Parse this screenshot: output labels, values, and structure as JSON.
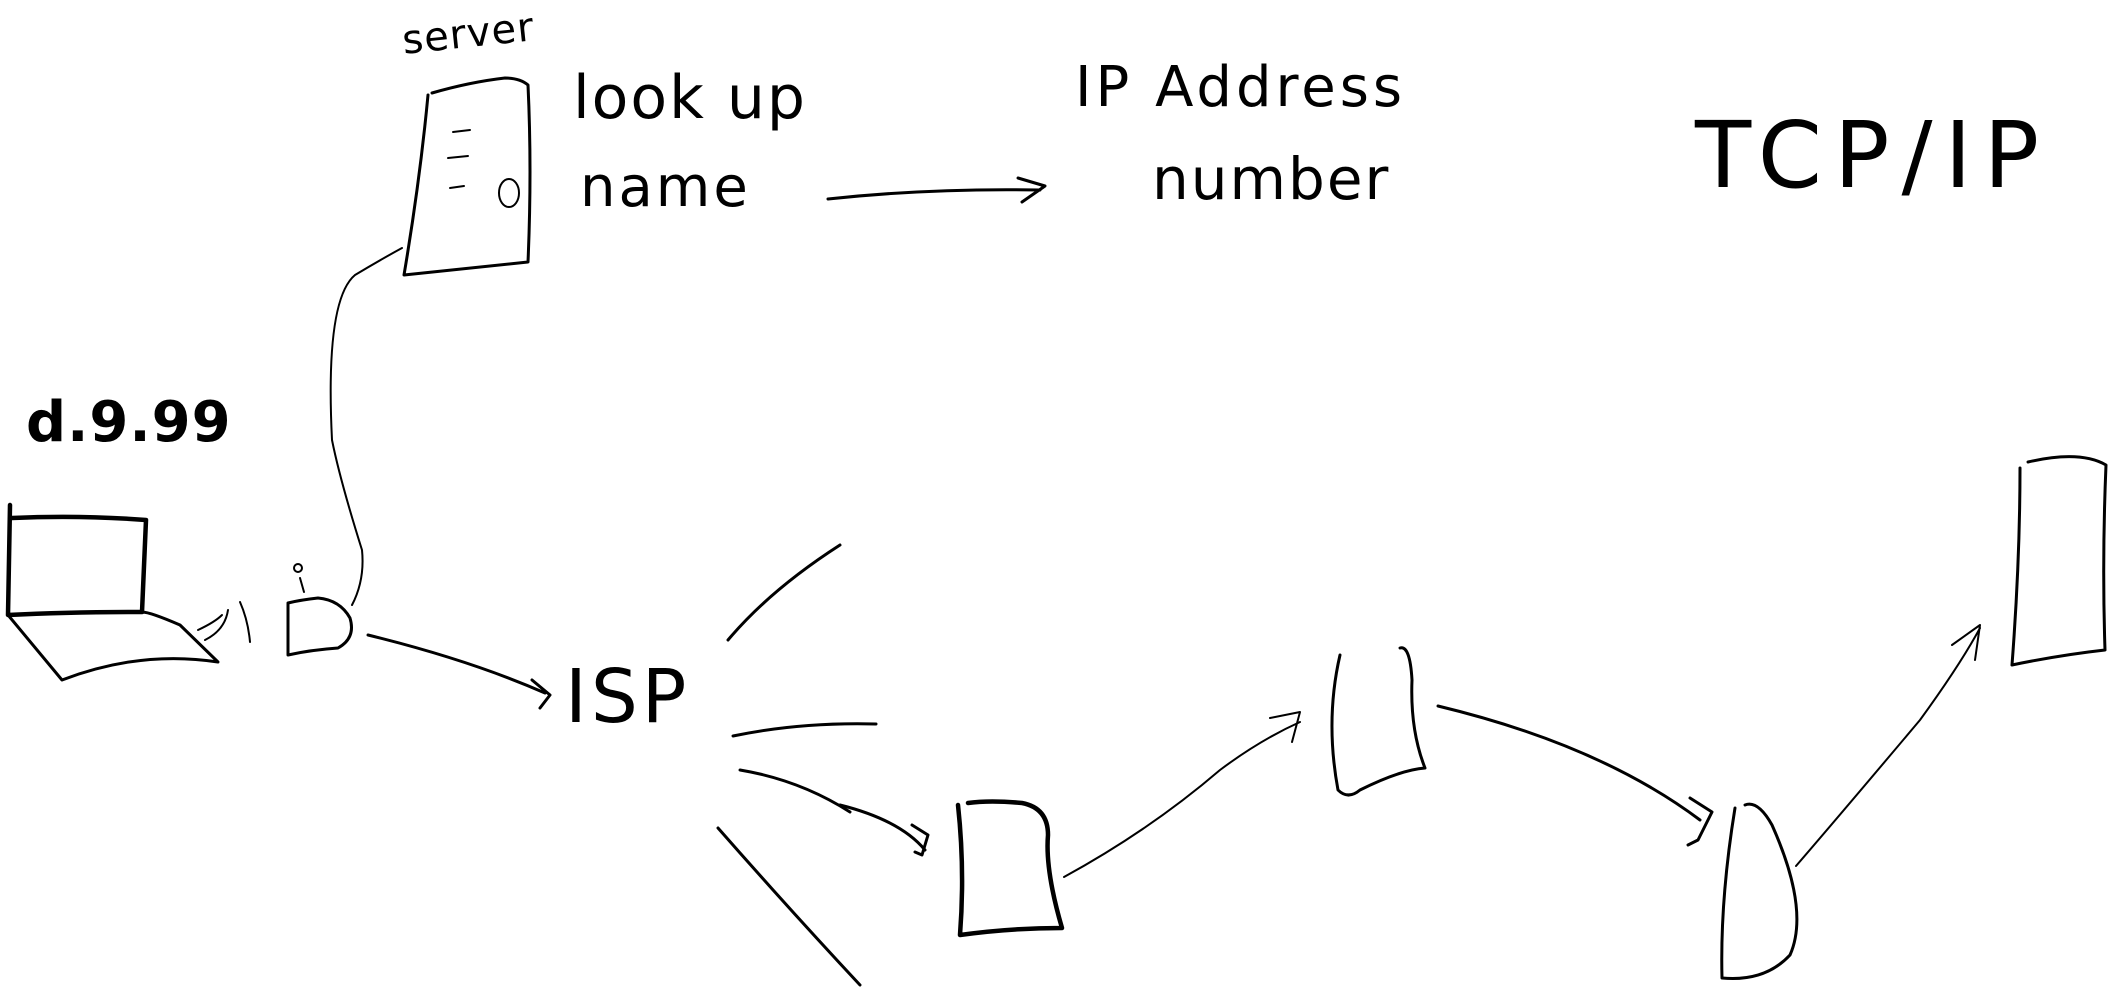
{
  "diagram": {
    "labels": {
      "server": "server",
      "look_up": "look up",
      "name": "name",
      "ip_address": "IP Address",
      "number": "number",
      "tcp_ip": "TCP/IP",
      "url": "d.9.99",
      "isp": "ISP"
    },
    "colors": {
      "background": "#ffffff",
      "ink": "#000000"
    }
  }
}
